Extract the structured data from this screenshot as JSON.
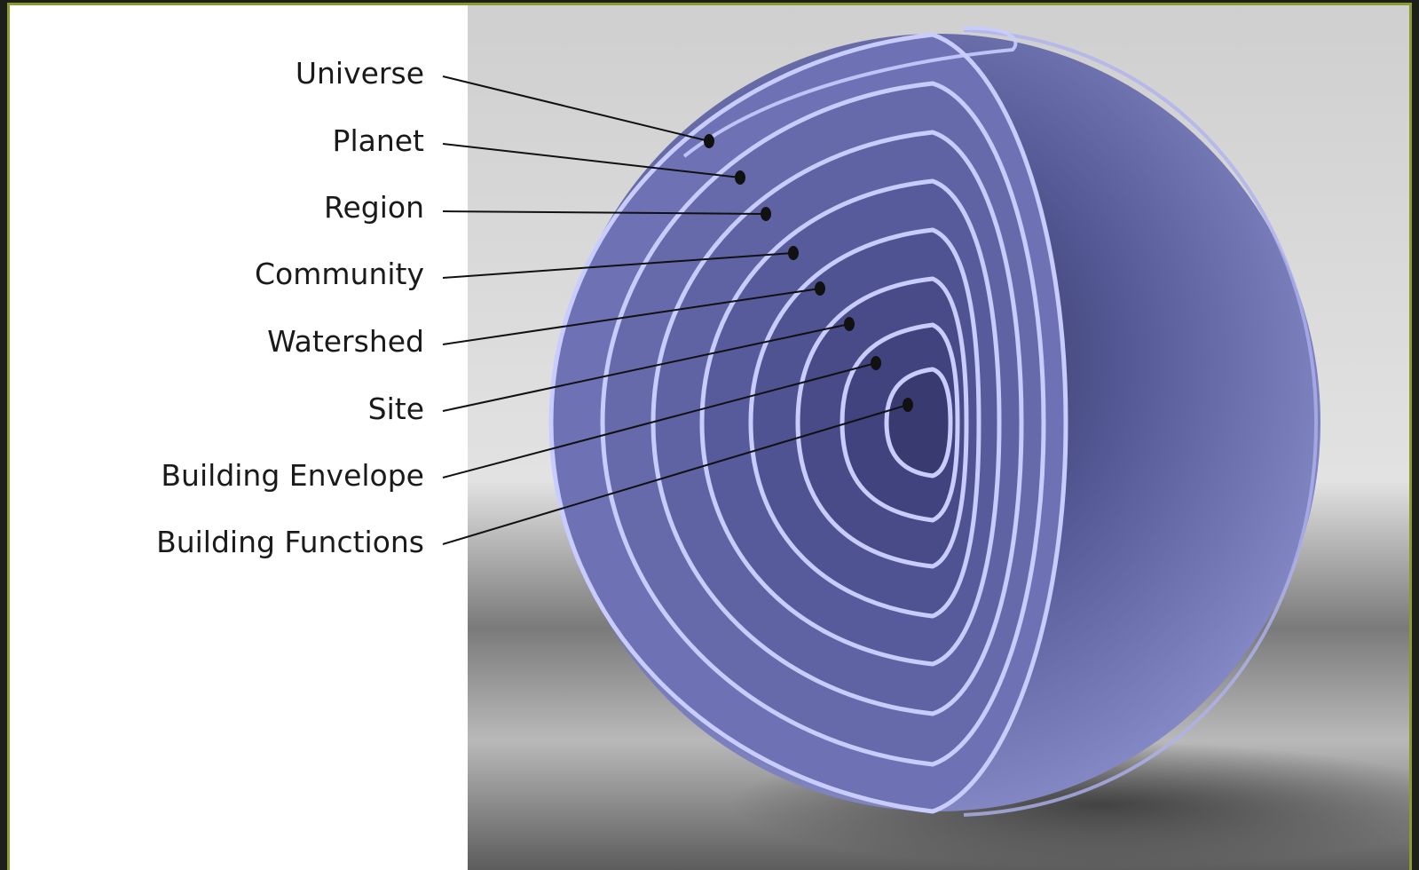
{
  "colors": {
    "frame_border": "#8c9b2e",
    "ring": "#5a5fa5",
    "ring_highlight": "#c9ccff",
    "leader": "#111111"
  },
  "labels": [
    "Universe",
    "Planet",
    "Region",
    "Community",
    "Watershed",
    "Site",
    "Building Envelope",
    "Building Functions"
  ]
}
